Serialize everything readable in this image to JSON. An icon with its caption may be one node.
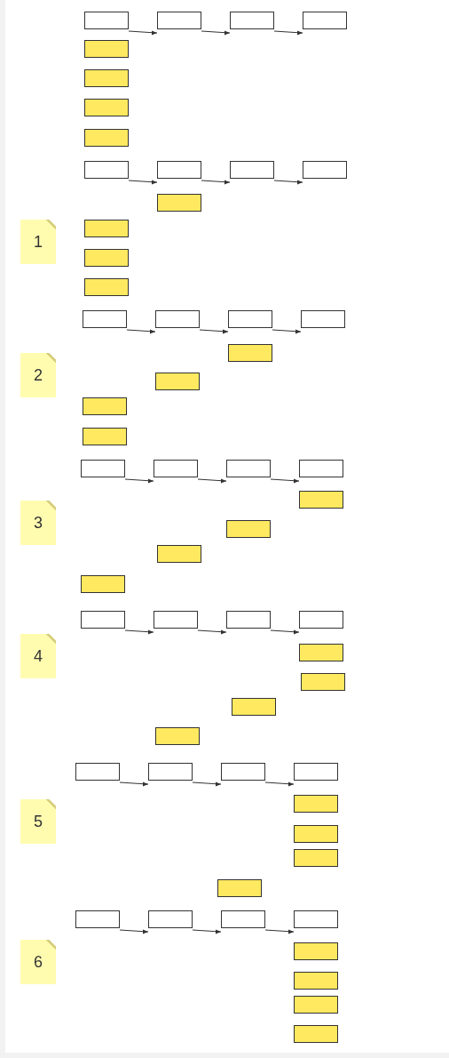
{
  "diagram": {
    "nodes": [
      {
        "text": [],
        "shape": "box"
      },
      {
        "text": [],
        "shape": "box"
      },
      {
        "text": [],
        "shape": "box"
      },
      {
        "text": [],
        "shape": "box"
      },
      {
        "text": [],
        "shape": "box"
      },
      {
        "text": [],
        "shape": "box"
      },
      {
        "text": [],
        "shape": "box"
      },
      {
        "text": [],
        "shape": "box"
      },
      {
        "text": [],
        "shape": "box"
      },
      {
        "text": [],
        "shape": "box"
      },
      {
        "text": [],
        "shape": "box"
      },
      {
        "text": [],
        "shape": "box"
      },
      {
        "text": [
          "1"
        ]
      },
      {
        "text": [],
        "shape": "box"
      },
      {
        "text": [],
        "shape": "box"
      },
      {
        "text": [],
        "shape": "box"
      },
      {
        "text": [],
        "shape": "box"
      },
      {
        "text": [],
        "shape": "box"
      },
      {
        "text": [],
        "shape": "box"
      },
      {
        "text": [],
        "shape": "box"
      },
      {
        "text": [],
        "shape": "box"
      },
      {
        "text": [
          "2"
        ]
      },
      {
        "text": [],
        "shape": "box"
      },
      {
        "text": [],
        "shape": "box"
      },
      {
        "text": [],
        "shape": "box"
      },
      {
        "text": [],
        "shape": "box"
      },
      {
        "text": [],
        "shape": "box"
      },
      {
        "text": [],
        "shape": "box"
      },
      {
        "text": [],
        "shape": "box"
      },
      {
        "text": [],
        "shape": "box"
      },
      {
        "text": [
          "3"
        ]
      },
      {
        "text": [],
        "shape": "box"
      },
      {
        "text": [],
        "shape": "box"
      },
      {
        "text": [],
        "shape": "box"
      },
      {
        "text": [],
        "shape": "box"
      },
      {
        "text": [],
        "shape": "box"
      },
      {
        "text": [],
        "shape": "box"
      },
      {
        "text": [],
        "shape": "box"
      },
      {
        "text": [],
        "shape": "box"
      },
      {
        "text": [
          "4"
        ]
      },
      {
        "text": [],
        "shape": "box"
      },
      {
        "text": [],
        "shape": "box"
      },
      {
        "text": [],
        "shape": "box"
      },
      {
        "text": [],
        "shape": "box"
      },
      {
        "text": [],
        "shape": "box"
      },
      {
        "text": [],
        "shape": "box"
      },
      {
        "text": [],
        "shape": "box"
      },
      {
        "text": [],
        "shape": "box"
      },
      {
        "text": [
          "5"
        ]
      },
      {
        "text": [],
        "shape": "box"
      },
      {
        "text": [],
        "shape": "box"
      },
      {
        "text": [],
        "shape": "box"
      },
      {
        "text": [],
        "shape": "box"
      },
      {
        "text": [],
        "shape": "box"
      },
      {
        "text": [],
        "shape": "box"
      },
      {
        "text": [],
        "shape": "box"
      },
      {
        "text": [],
        "shape": "box"
      },
      {
        "text": [
          "6"
        ]
      },
      {
        "text": [],
        "shape": "box"
      },
      {
        "text": [],
        "shape": "box"
      },
      {
        "text": [],
        "shape": "box"
      },
      {
        "text": [],
        "shape": "box"
      }
    ],
    "edges": [
      {
        "from": 0,
        "to": 1,
        "arrow": "to"
      },
      {
        "from": 1,
        "to": 2,
        "arrow": "to"
      },
      {
        "from": 2,
        "to": 3,
        "arrow": "to"
      },
      {
        "from": 8,
        "to": 9,
        "arrow": "to"
      },
      {
        "from": 9,
        "to": 10,
        "arrow": "to"
      },
      {
        "from": 10,
        "to": 11,
        "arrow": "to"
      },
      {
        "from": 17,
        "to": 18,
        "arrow": "to"
      },
      {
        "from": 18,
        "to": 19,
        "arrow": "to"
      },
      {
        "from": 19,
        "to": 20,
        "arrow": "to"
      },
      {
        "from": 26,
        "to": 27,
        "arrow": "to"
      },
      {
        "from": 27,
        "to": 28,
        "arrow": "to"
      },
      {
        "from": 28,
        "to": 29,
        "arrow": "to"
      },
      {
        "from": 35,
        "to": 36,
        "arrow": "to"
      },
      {
        "from": 36,
        "to": 37,
        "arrow": "to"
      },
      {
        "from": 37,
        "to": 38,
        "arrow": "to"
      },
      {
        "from": 44,
        "to": 45,
        "arrow": "to"
      },
      {
        "from": 45,
        "to": 46,
        "arrow": "to"
      },
      {
        "from": 46,
        "to": 47,
        "arrow": "to"
      },
      {
        "from": 53,
        "to": 54,
        "arrow": "to"
      },
      {
        "from": 54,
        "to": 55,
        "arrow": "to"
      },
      {
        "from": 55,
        "to": 56,
        "arrow": "to"
      }
    ]
  }
}
